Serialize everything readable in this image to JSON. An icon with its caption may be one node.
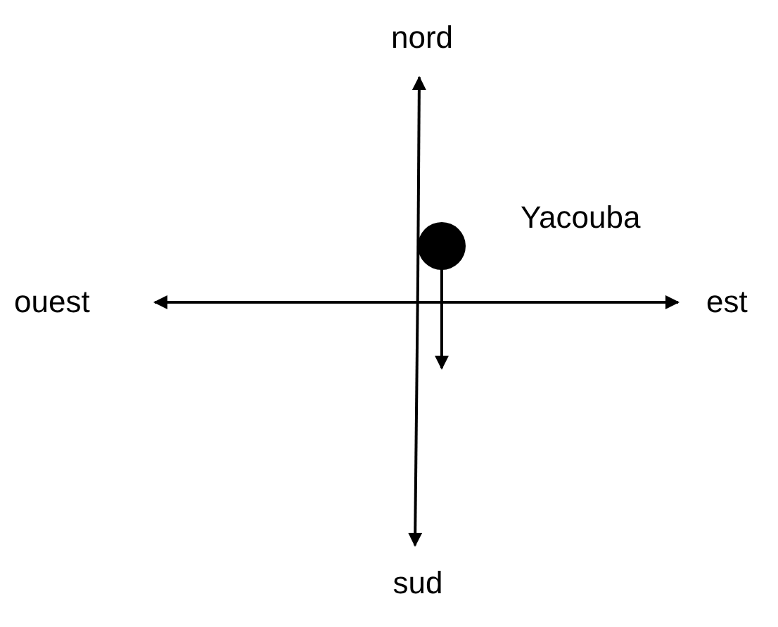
{
  "diagram": {
    "labels": [
      "nord",
      "Yacouba",
      "ouest",
      "est",
      "sud"
    ]
  }
}
